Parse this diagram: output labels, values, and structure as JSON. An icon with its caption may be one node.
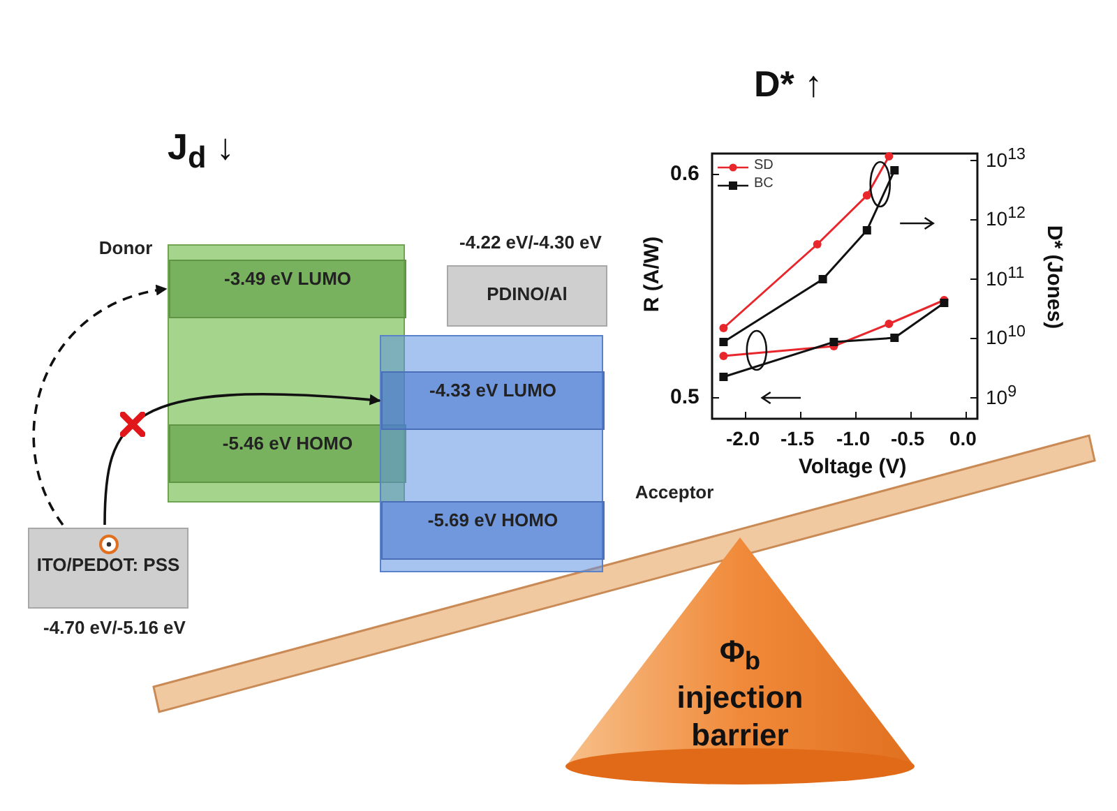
{
  "diagram": {
    "nodes": [
      {
        "text": [],
        "shape": "box",
        "beside": [
          "Donor"
        ]
      },
      {
        "text": [
          "-3.49 eV LUMO"
        ],
        "in": 0
      },
      {
        "text": [
          "-5.46 eV HOMO"
        ],
        "in": 0
      },
      {
        "text": [],
        "shape": "box",
        "beside": [
          "Acceptor"
        ]
      },
      {
        "text": [
          "-4.33 eV LUMO"
        ],
        "in": 3
      },
      {
        "text": [
          "-5.69 eV HOMO"
        ],
        "in": 3
      },
      {
        "text": [
          "ITO/PEDOT: PSS"
        ],
        "beside": [
          "-4.70 eV/-5.16 eV"
        ]
      },
      {
        "text": [
          "PDINO/Al"
        ],
        "beside": [
          "-4.22 eV/-4.30 eV"
        ]
      },
      {
        "text": [
          "Φ$_{b}$ injection barrier"
        ]
      }
    ],
    "edges": [
      {
        "from": 6,
        "to": 1,
        "arrow": "to",
        "style": "dashed"
      },
      {
        "from": 6,
        "to": 4,
        "arrow": "to"
      }
    ],
    "labels": [
      "J$_{d}$ ↓",
      "D* ↑",
      "0.6",
      "0.5",
      "R (A/W)",
      "-2.0",
      "-1.5",
      "-1.0",
      "-0.5",
      "0.0",
      "Voltage (V)",
      "10$^{13}$",
      "10$^{12}$",
      "10$^{11}$",
      "10$^{10}$",
      "10$^{9}$",
      "D* (Jones)"
    ],
    "legend": [
      {
        "text": "SD"
      },
      {
        "text": "BC"
      }
    ]
  }
}
